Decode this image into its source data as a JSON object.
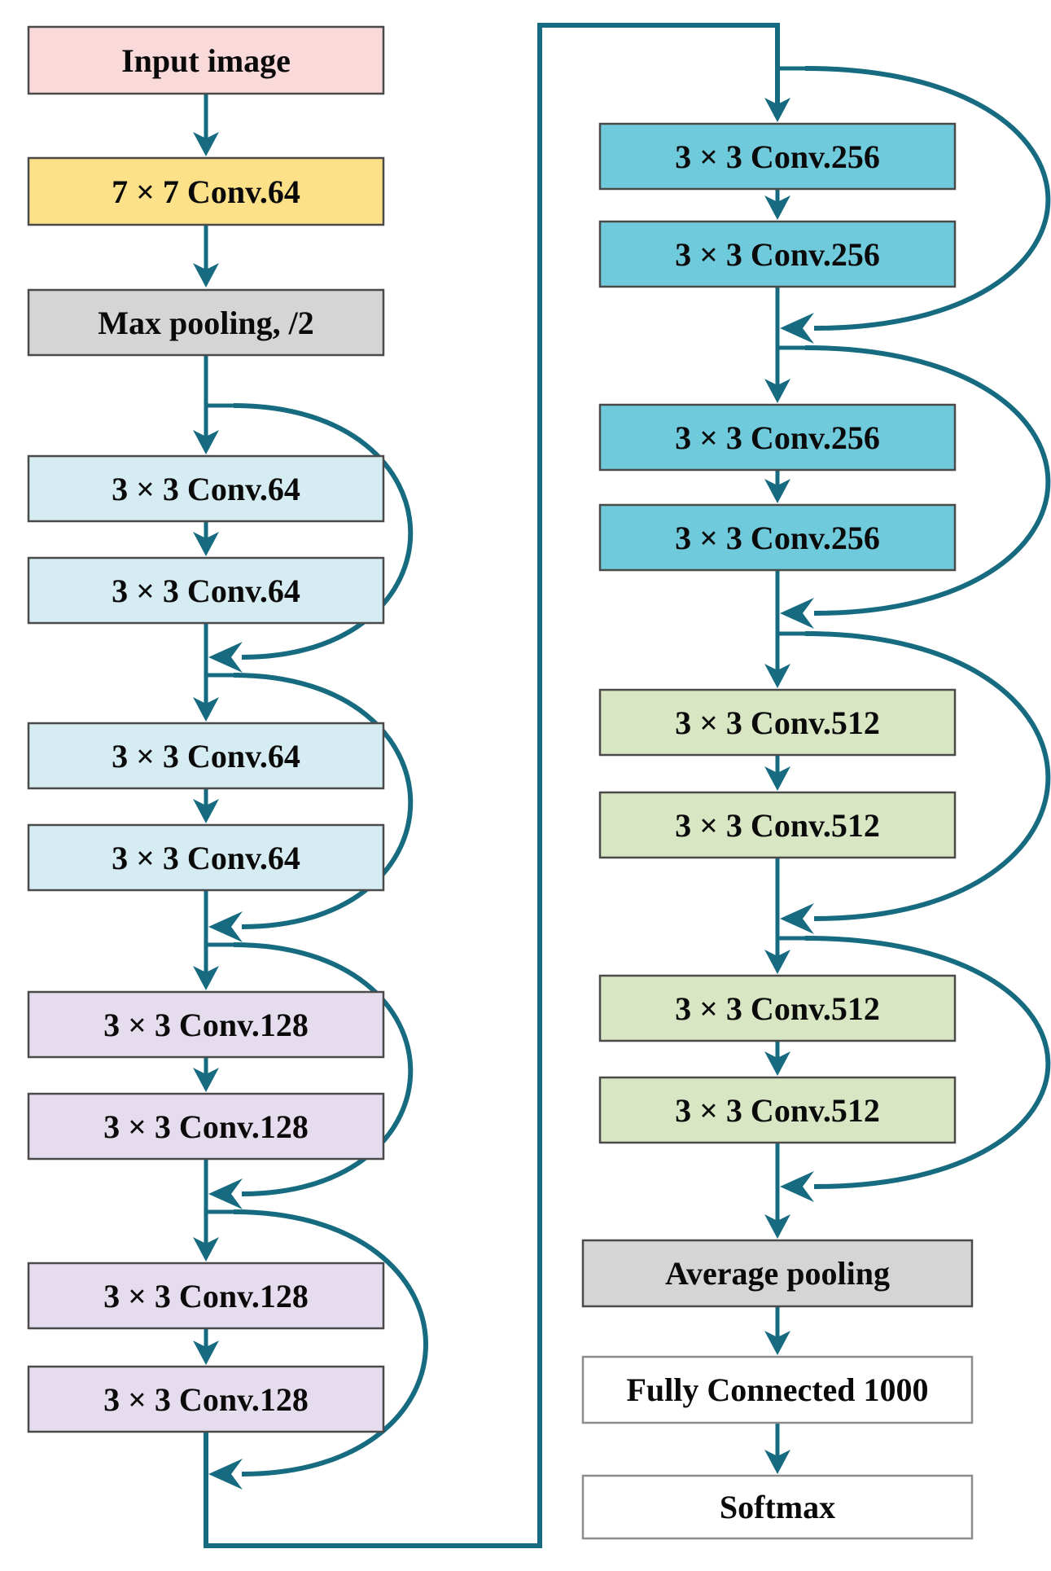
{
  "diagram": {
    "description": "ResNet-18 style CNN architecture flow diagram with residual skip connections",
    "arrow_color": "#176b80",
    "colors": {
      "input": "#f9d9da",
      "conv7": "#fde189",
      "pool": "#d5d5d5",
      "conv64": "#d5ecf2",
      "conv128": "#e5dded",
      "conv256": "#6fcadc",
      "conv512": "#d8e6c3",
      "output": "#ffffff",
      "border_dark": "#4a4a4a",
      "border_light": "#8c8c8c"
    },
    "nodes": [
      {
        "id": "input",
        "label": "Input image"
      },
      {
        "id": "conv7x7",
        "label": "7 × 7 Conv.64"
      },
      {
        "id": "maxpool",
        "label": "Max pooling, /2"
      },
      {
        "id": "conv64-1",
        "label": "3 × 3 Conv.64"
      },
      {
        "id": "conv64-2",
        "label": "3 × 3 Conv.64"
      },
      {
        "id": "conv64-3",
        "label": "3 × 3 Conv.64"
      },
      {
        "id": "conv64-4",
        "label": "3 × 3 Conv.64"
      },
      {
        "id": "conv128-1",
        "label": "3 × 3 Conv.128"
      },
      {
        "id": "conv128-2",
        "label": "3 × 3 Conv.128"
      },
      {
        "id": "conv128-3",
        "label": "3 × 3 Conv.128"
      },
      {
        "id": "conv128-4",
        "label": "3 × 3 Conv.128"
      },
      {
        "id": "conv256-1",
        "label": "3 × 3 Conv.256"
      },
      {
        "id": "conv256-2",
        "label": "3 × 3 Conv.256"
      },
      {
        "id": "conv256-3",
        "label": "3 × 3 Conv.256"
      },
      {
        "id": "conv256-4",
        "label": "3 × 3 Conv.256"
      },
      {
        "id": "conv512-1",
        "label": "3 × 3 Conv.512"
      },
      {
        "id": "conv512-2",
        "label": "3 × 3 Conv.512"
      },
      {
        "id": "conv512-3",
        "label": "3 × 3 Conv.512"
      },
      {
        "id": "conv512-4",
        "label": "3 × 3 Conv.512"
      },
      {
        "id": "avgpool",
        "label": "Average pooling"
      },
      {
        "id": "fc",
        "label": "Fully Connected 1000"
      },
      {
        "id": "softmax",
        "label": "Softmax"
      }
    ]
  }
}
